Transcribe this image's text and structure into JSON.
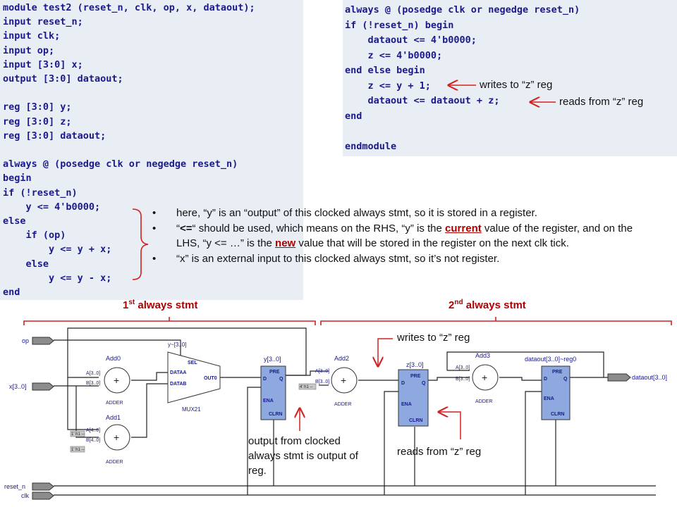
{
  "code_left": {
    "lines": [
      "module test2 (reset_n, clk, op, x, dataout);",
      "input reset_n;",
      "input clk;",
      "input op;",
      "input [3:0] x;",
      "output [3:0] dataout;",
      "",
      "reg [3:0] y;",
      "reg [3:0] z;",
      "reg [3:0] dataout;",
      "",
      "always @ (posedge clk or negedge reset_n)",
      "begin",
      "if (!reset_n)",
      "    y <= 4'b0000;",
      "else",
      "    if (op)",
      "        y <= y + x;",
      "    else",
      "        y <= y - x;",
      "end"
    ]
  },
  "code_right": {
    "lines": [
      "always @ (posedge clk or negedge reset_n)",
      "if (!reset_n) begin",
      "    dataout <= 4'b0000;",
      "    z <= 4'b0000;",
      "end else begin",
      "    z <= y + 1;",
      "    dataout <= dataout + z;",
      "end",
      "",
      "endmodule"
    ]
  },
  "annotations": {
    "writes_z_top": "writes to “z” reg",
    "reads_z_top": "reads from “z” reg",
    "writes_z_bottom": "writes to “z” reg",
    "reads_z_bottom": "reads from “z” reg",
    "output_reg": "output from clocked always stmt is output of reg."
  },
  "bullets": {
    "b1": "here, “y” is an “output” of this clocked always stmt, so it is stored in a register.",
    "b2_pre": "“",
    "b2_op": "<=",
    "b2_mid1": "“ should be used, which means on the RHS, “y” is the ",
    "b2_current": "current",
    "b2_mid2": " value of the register, and on the LHS, “y <= …” is the ",
    "b2_new": "new",
    "b2_end": " value that will be stored in the register on the next clk tick.",
    "b3": "“x” is an external input to this clocked always stmt, so it’s not register."
  },
  "headers": {
    "first": "1st always stmt",
    "second": "2nd always stmt"
  },
  "schematic": {
    "ports": {
      "op": "op",
      "x": "x[3..0]",
      "reset_n": "reset_n",
      "clk": "clk",
      "dataout": "dataout[3..0]"
    },
    "blocks": {
      "add0": "Add0",
      "add1": "Add1",
      "add2": "Add2",
      "add3": "Add3",
      "adder": "ADDER",
      "mux_title": "y~[3..0]",
      "mux_name": "MUX21",
      "mux_sel": "SEL",
      "mux_a": "DATAA",
      "mux_b": "DATAB",
      "mux_out": "OUT0",
      "reg_y": "y[3..0]",
      "reg_z": "z[3..0]",
      "reg_d": "dataout[3..0]~reg0",
      "pre": "PRE",
      "d": "D",
      "q": "Q",
      "ena": "ENA",
      "clrn": "CLRN",
      "a_in": "A[3..0]",
      "b_in": "B[3..0]",
      "a_in4": "A[4..0]",
      "b_in4": "B[4..0]",
      "const_h1": "4' h1 --",
      "const_1h1": "1' h1 --",
      "const_1h1b": "1' h1 --"
    }
  },
  "colors": {
    "accent": "#d42020",
    "code_bg": "#e9eef5",
    "code_text": "#1a1a8c",
    "register_fill": "#8ea8e0",
    "port_fill": "#8c8c8c"
  }
}
